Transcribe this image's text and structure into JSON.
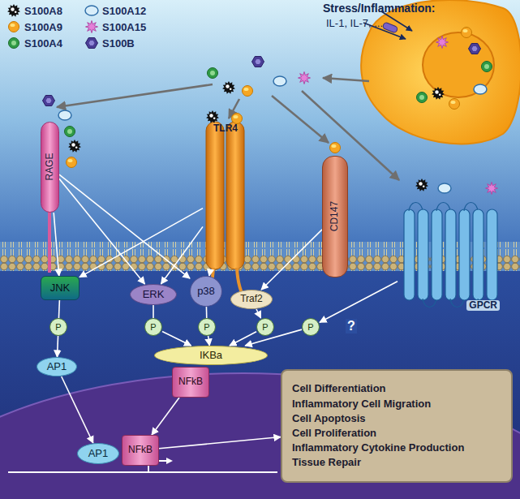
{
  "diagram": {
    "nodes": [
      {
        "text": [
          "RAGE"
        ]
      },
      {
        "text": [
          "TLR4"
        ]
      },
      {
        "text": [
          "CD147"
        ]
      },
      {
        "text": [
          "GPCR"
        ]
      },
      {
        "text": [
          "JNK"
        ]
      },
      {
        "text": [
          "ERK"
        ]
      },
      {
        "text": [
          "p38"
        ]
      },
      {
        "text": [
          "Traf2"
        ]
      },
      {
        "text": [
          "P"
        ]
      },
      {
        "text": [
          "P"
        ]
      },
      {
        "text": [
          "P"
        ]
      },
      {
        "text": [
          "P"
        ]
      },
      {
        "text": [
          "P"
        ]
      },
      {
        "text": [
          "AP1"
        ]
      },
      {
        "text": [
          "IKBa"
        ]
      },
      {
        "text": [
          "NFkB"
        ]
      },
      {
        "text": [
          "AP1"
        ]
      },
      {
        "text": [
          "NFkB"
        ]
      },
      {
        "text": [
          "Cell Differentiation",
          "Inflammatory Cell Migration",
          "Cell Apoptosis",
          "Cell Proliferation",
          "Inflammatory Cytokine Production",
          "Tissue Repair"
        ]
      }
    ],
    "edges": [
      {
        "from": 0,
        "to": 4,
        "arrow": "to"
      },
      {
        "from": 0,
        "to": 5,
        "arrow": "to"
      },
      {
        "from": 0,
        "to": 6,
        "arrow": "to"
      },
      {
        "from": 1,
        "to": 4,
        "arrow": "to"
      },
      {
        "from": 1,
        "to": 5,
        "arrow": "to"
      },
      {
        "from": 1,
        "to": 6,
        "arrow": "to"
      },
      {
        "from": 2,
        "to": 7,
        "arrow": "to"
      },
      {
        "from": 4,
        "to": 8,
        "arrow": "none"
      },
      {
        "from": 8,
        "to": 13,
        "arrow": "to"
      },
      {
        "from": 5,
        "to": 9,
        "arrow": "none"
      },
      {
        "from": 9,
        "to": 14,
        "arrow": "to"
      },
      {
        "from": 6,
        "to": 10,
        "arrow": "none"
      },
      {
        "from": 10,
        "to": 14,
        "arrow": "to"
      },
      {
        "from": 7,
        "to": 11,
        "arrow": "to"
      },
      {
        "from": 11,
        "to": 14,
        "arrow": "to"
      },
      {
        "from": 3,
        "to": 12,
        "arrow": "to",
        "label": "?"
      },
      {
        "from": 12,
        "to": 14,
        "arrow": "to"
      },
      {
        "from": 13,
        "to": 16,
        "arrow": "to"
      },
      {
        "from": 15,
        "to": 17,
        "arrow": "to"
      },
      {
        "from": 17,
        "to": 18,
        "arrow": "to"
      }
    ],
    "labels": [
      "Stress/Inflammation:",
      "IL-1, IL-7, ..."
    ],
    "legend": [
      {
        "text": "S100A8"
      },
      {
        "text": "S100A9"
      },
      {
        "text": "S100A4"
      },
      {
        "text": "S100A12"
      },
      {
        "text": "S100A15"
      },
      {
        "text": "S100B"
      }
    ]
  }
}
